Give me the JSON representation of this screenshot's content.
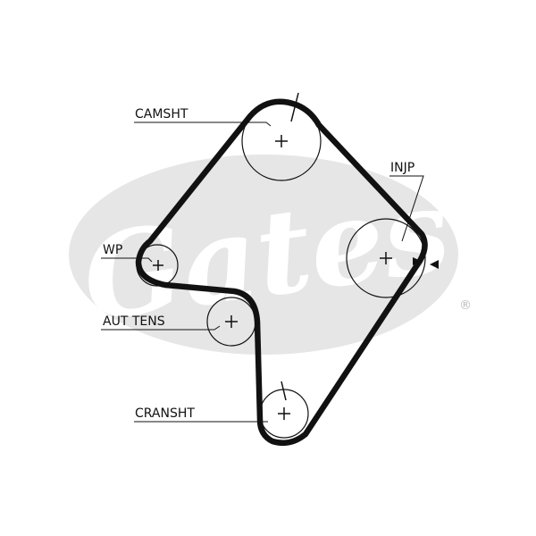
{
  "diagram": {
    "labels": {
      "camshaft": "CAMSHT",
      "injection_pump": "INJP",
      "water_pump": "WP",
      "auto_tensioner": "AUT TENS",
      "crankshaft": "CRANSHT"
    },
    "watermark": {
      "brand": "Gates",
      "registered_mark": "®"
    },
    "colors": {
      "belt": "#111111",
      "watermark": "#e4e4e4",
      "pulley_outline": "#111111"
    }
  }
}
